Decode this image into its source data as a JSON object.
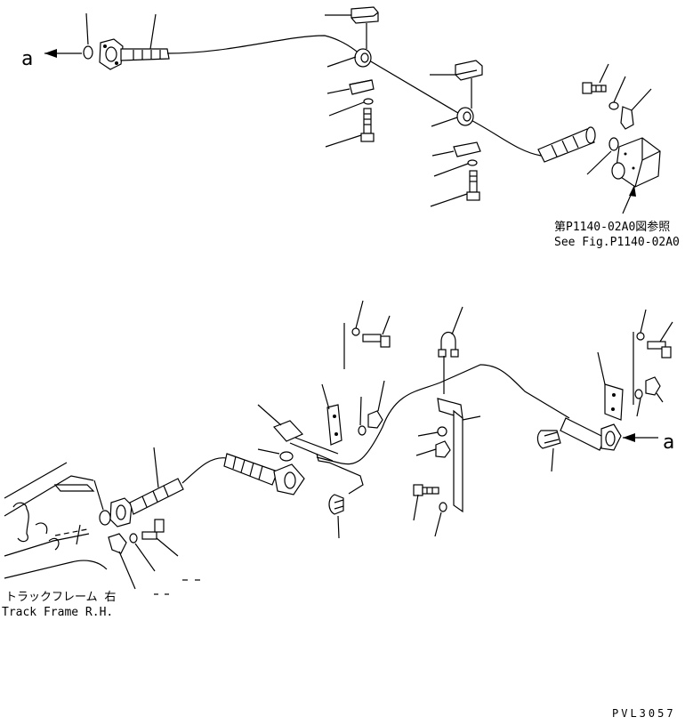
{
  "drawing": {
    "ref_arrow_upper": "a",
    "ref_arrow_lower": "a",
    "see_fig_ja": "第P1140-02A0図参照",
    "see_fig_en": "See Fig.P1140-02A0",
    "track_frame_ja": "トラックフレーム 右",
    "track_frame_en": "Track Frame R.H.",
    "drawing_code": "PVL3057"
  }
}
